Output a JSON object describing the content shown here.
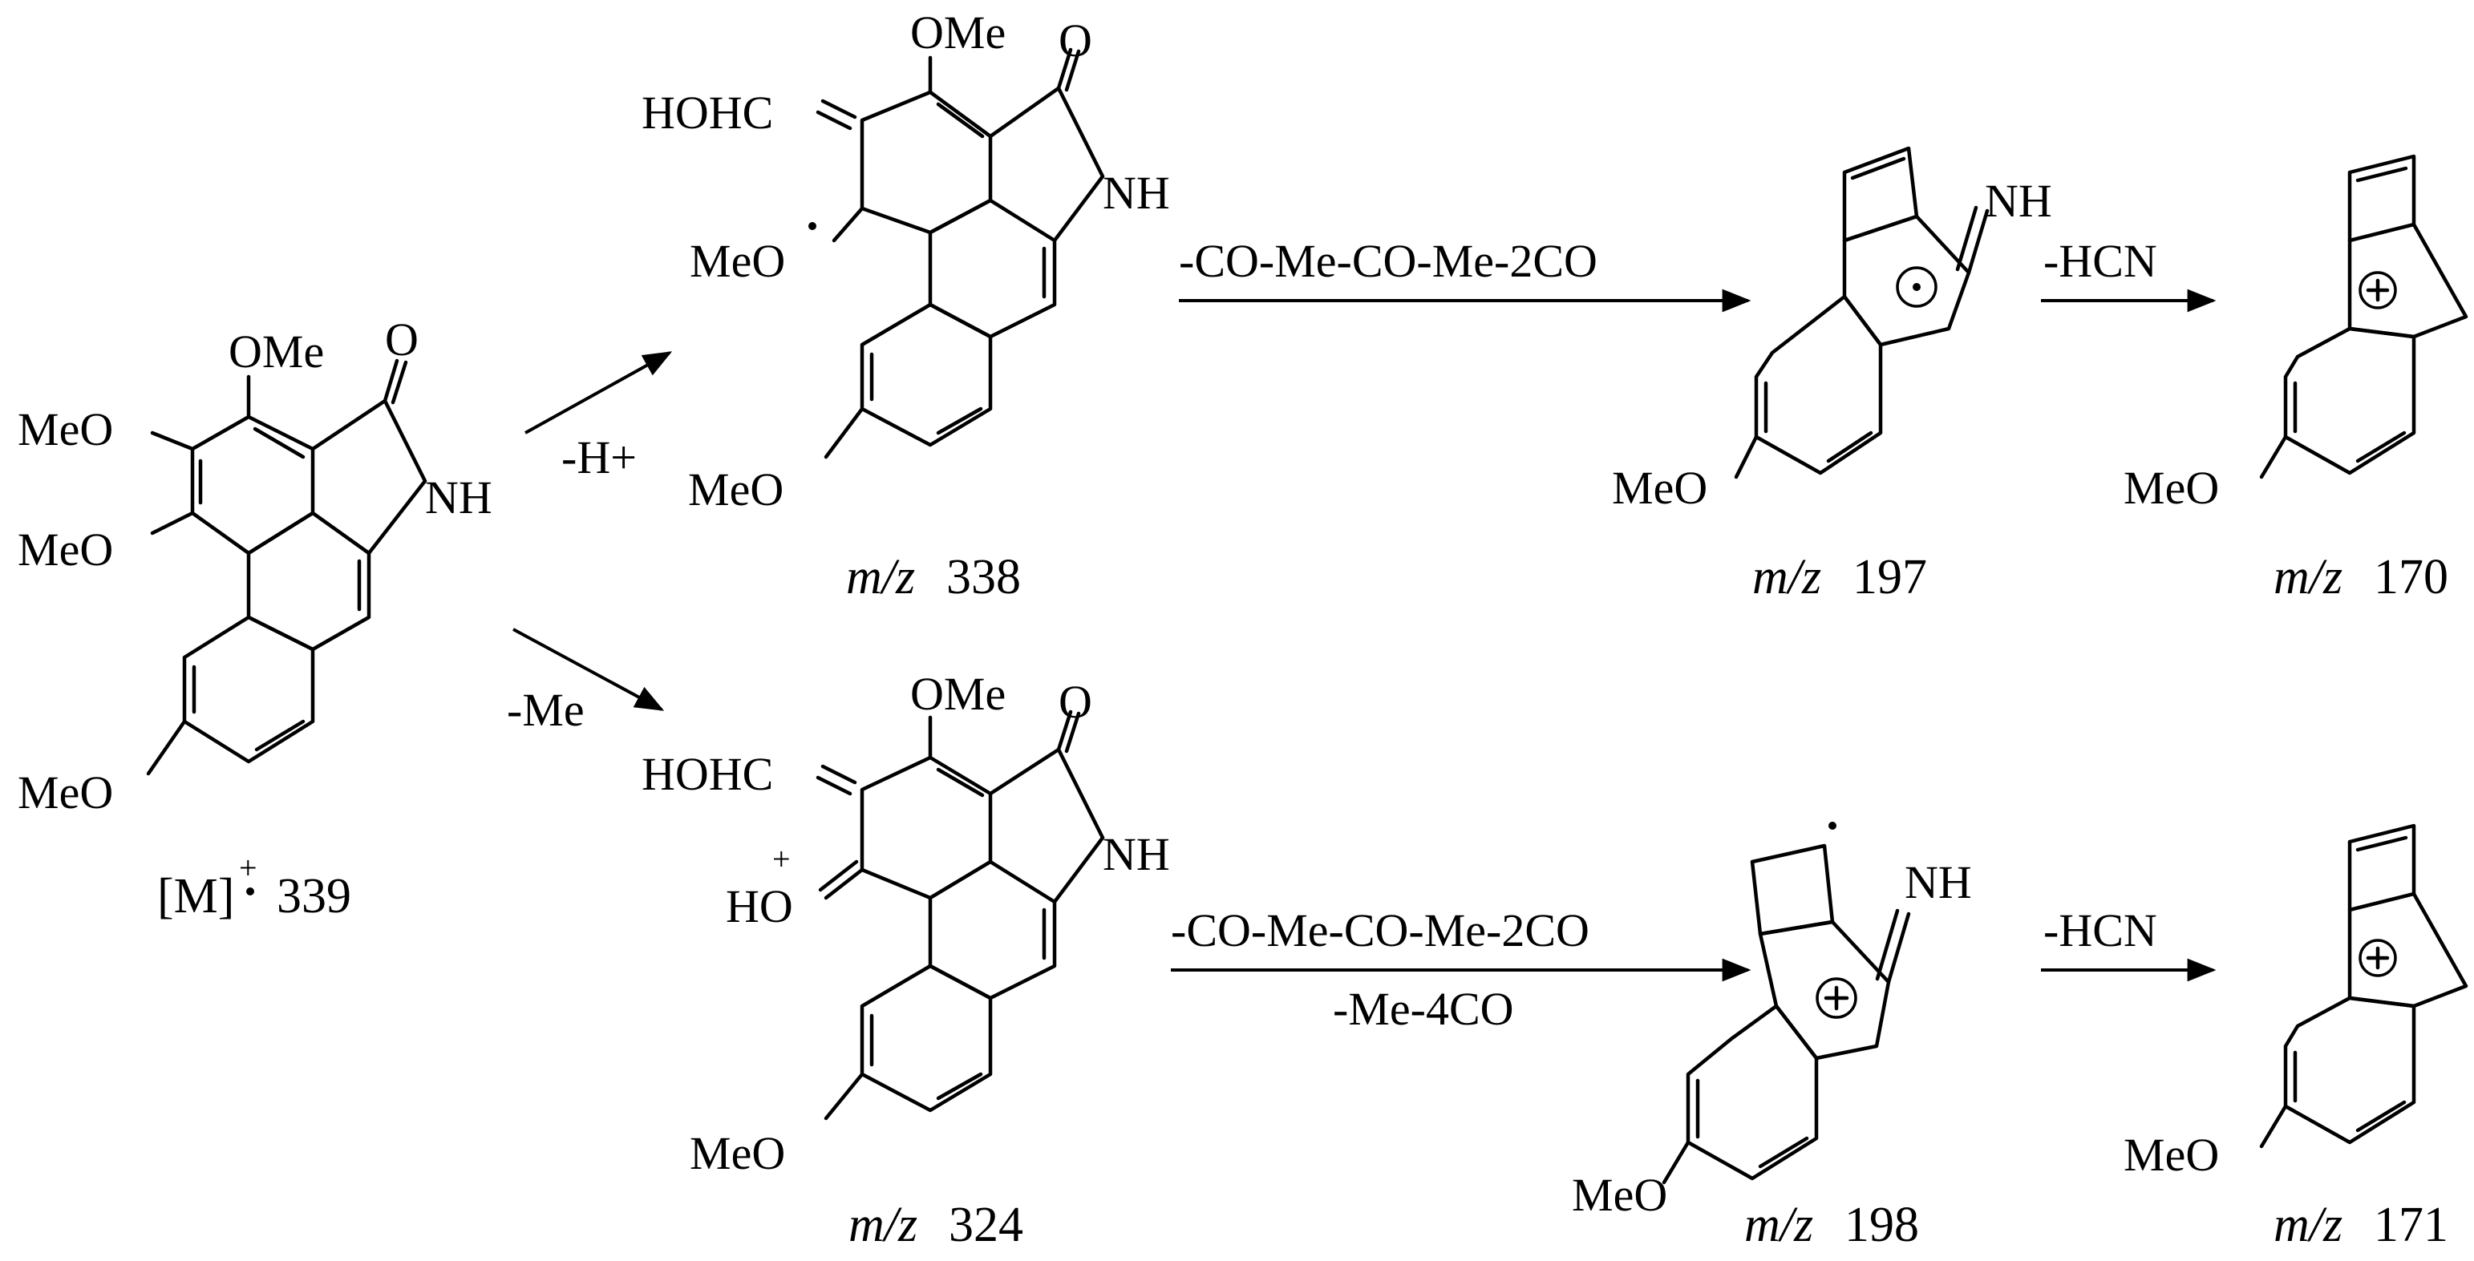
{
  "scheme": {
    "parent": {
      "substituents": {
        "ome_top": "OMe",
        "meo_1": "MeO",
        "meo_2": "MeO",
        "meo_bottom": "MeO",
        "carbonyl_o": "O",
        "nh": "NH"
      },
      "label": {
        "prefix": "[M]",
        "charge": "+",
        "mass": "339"
      }
    },
    "upper": {
      "step1": {
        "reagent": "-H+"
      },
      "product1": {
        "substituents": {
          "ome": "OMe",
          "hohc": "HOHC",
          "carbonyl_o": "O",
          "nh": "NH",
          "meo_radical": "MeO",
          "meo_bottom": "MeO"
        },
        "label": {
          "prefix": "m/z",
          "mass": "338"
        }
      },
      "step2": {
        "reagent": "-CO-Me-CO-Me-2CO"
      },
      "product2": {
        "substituents": {
          "nh": "NH",
          "meo": "MeO"
        },
        "label": {
          "prefix": "m/z",
          "mass": "197"
        }
      },
      "step3": {
        "reagent": "-HCN"
      },
      "product3": {
        "substituents": {
          "meo": "MeO"
        },
        "label": {
          "prefix": "m/z",
          "mass": "170"
        }
      }
    },
    "lower": {
      "step1": {
        "reagent": "-Me"
      },
      "product1": {
        "substituents": {
          "ome": "OMe",
          "hohc": "HOHC",
          "carbonyl_o": "O",
          "nh": "NH",
          "ho": "HO",
          "charge": "+",
          "meo_bottom": "MeO"
        },
        "label": {
          "prefix": "m/z",
          "mass": "324"
        }
      },
      "step2": {
        "reagent_above": "-CO-Me-CO-Me-2CO",
        "reagent_below": "-Me-4CO"
      },
      "product2": {
        "substituents": {
          "nh": "NH",
          "meo": "MeO"
        },
        "label": {
          "prefix": "m/z",
          "mass": "198"
        }
      },
      "step3": {
        "reagent": "-HCN"
      },
      "product3": {
        "substituents": {
          "meo": "MeO"
        },
        "label": {
          "prefix": "m/z",
          "mass": "171"
        }
      }
    }
  }
}
